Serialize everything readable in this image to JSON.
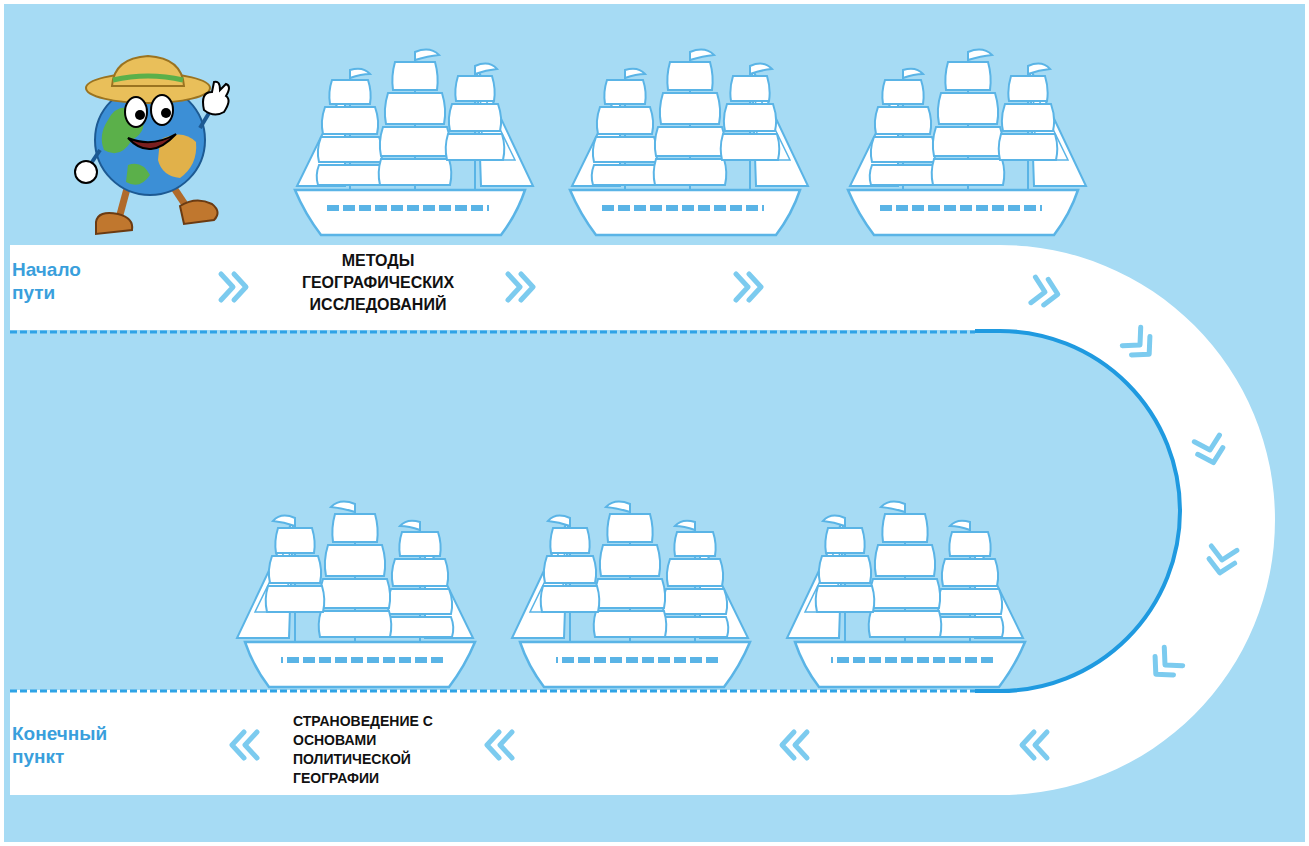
{
  "diagram": {
    "labels": [
      "Начало пути",
      "МЕТОДЫ ГЕОГРАФИЧЕСКИХ ИССЛЕДОВАНИЙ",
      "Конечный пункт",
      "СТРАНОВЕДЕНИЕ С ОСНОВАМИ ПОЛИТИЧЕСКОЙ ГЕОГРАФИИ"
    ]
  }
}
